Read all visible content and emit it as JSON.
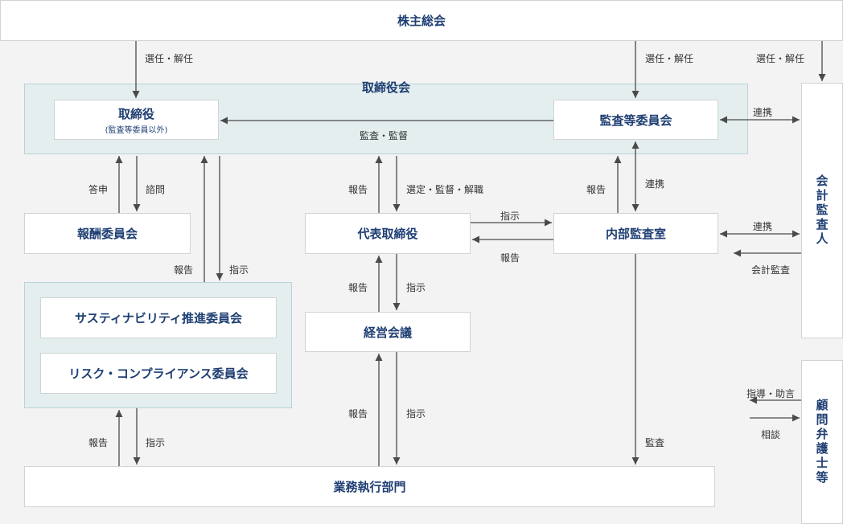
{
  "boxes": {
    "shareholders": "株主総会",
    "board_group": "取締役会",
    "directors": "取締役",
    "directors_sub": "(監査等委員以外)",
    "audit_committee": "監査等委員会",
    "compensation": "報酬委員会",
    "representative": "代表取締役",
    "internal_audit": "内部監査室",
    "sustainability": "サスティナビリティ推進委員会",
    "risk_compliance": "リスク・コンプライアンス委員会",
    "management_meeting": "経営会議",
    "business_divisions": "業務執行部門",
    "accounting_auditor": "会計監査人",
    "legal_advisors": "顧問弁護士等"
  },
  "labels": {
    "elect_dismiss": "選任・解任",
    "audit_supervise": "監査・監督",
    "coordination": "連携",
    "answer": "答申",
    "consult": "諮問",
    "report": "報告",
    "instruct": "指示",
    "select_supervise_dismiss": "選定・監督・解職",
    "accounting_audit": "会計監査",
    "guidance_advice": "指導・助言",
    "consultation": "相談",
    "audit": "監査"
  },
  "colors": {
    "box_text": "#1f3f73",
    "group_fill": "#e4eeef",
    "arrow": "#4a4a4a"
  }
}
